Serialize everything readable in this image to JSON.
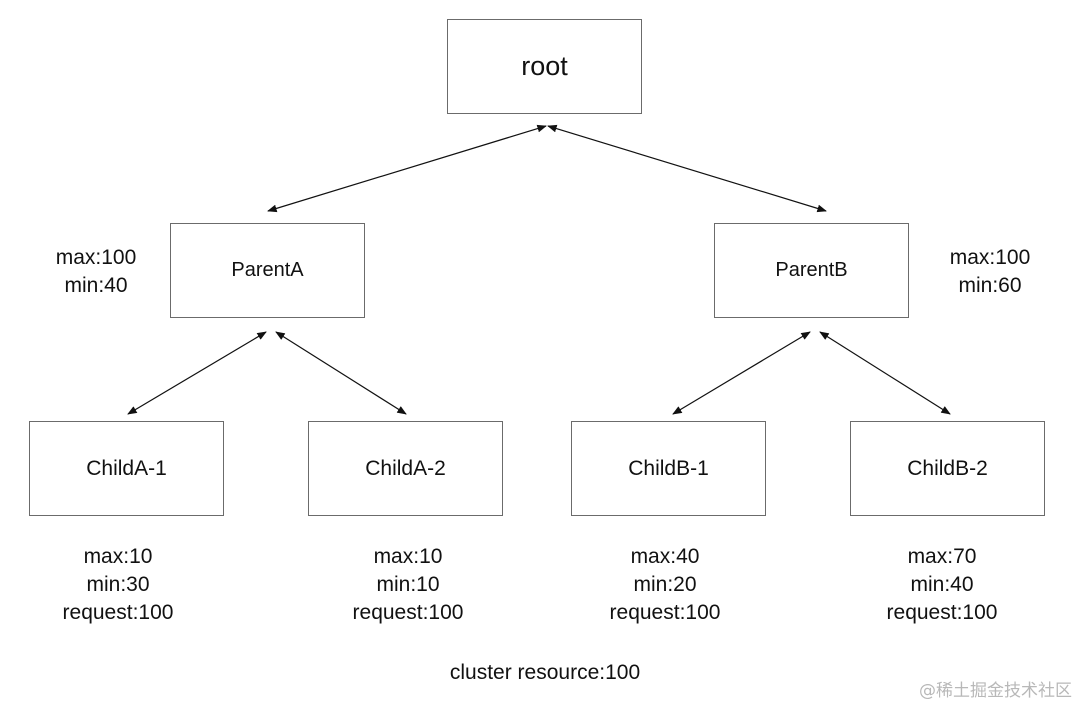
{
  "nodes": {
    "root": "root",
    "parent_a": "ParentA",
    "parent_b": "ParentB",
    "child_a1": "ChildA-1",
    "child_a2": "ChildA-2",
    "child_b1": "ChildB-1",
    "child_b2": "ChildB-2"
  },
  "labels": {
    "parent_a": {
      "max": "max:100",
      "min": "min:40"
    },
    "parent_b": {
      "max": "max:100",
      "min": "min:60"
    },
    "child_a1": {
      "max": "max:10",
      "min": "min:30",
      "request": "request:100"
    },
    "child_a2": {
      "max": "max:10",
      "min": "min:10",
      "request": "request:100"
    },
    "child_b1": {
      "max": "max:40",
      "min": "min:20",
      "request": "request:100"
    },
    "child_b2": {
      "max": "max:70",
      "min": "min:40",
      "request": "request:100"
    }
  },
  "edges": [
    {
      "from": "root",
      "to": "parent_a",
      "arrows": "both"
    },
    {
      "from": "root",
      "to": "parent_b",
      "arrows": "both"
    },
    {
      "from": "parent_a",
      "to": "child_a1",
      "arrows": "both"
    },
    {
      "from": "parent_a",
      "to": "child_a2",
      "arrows": "both"
    },
    {
      "from": "parent_b",
      "to": "child_b1",
      "arrows": "both"
    },
    {
      "from": "parent_b",
      "to": "child_b2",
      "arrows": "both"
    }
  ],
  "footer": "cluster resource:100",
  "watermark": "@稀土掘金技术社区",
  "colors": {
    "node_border": "#6b6b6b",
    "edge": "#111111",
    "text": "#111111",
    "watermark": "#b8b8b8"
  }
}
